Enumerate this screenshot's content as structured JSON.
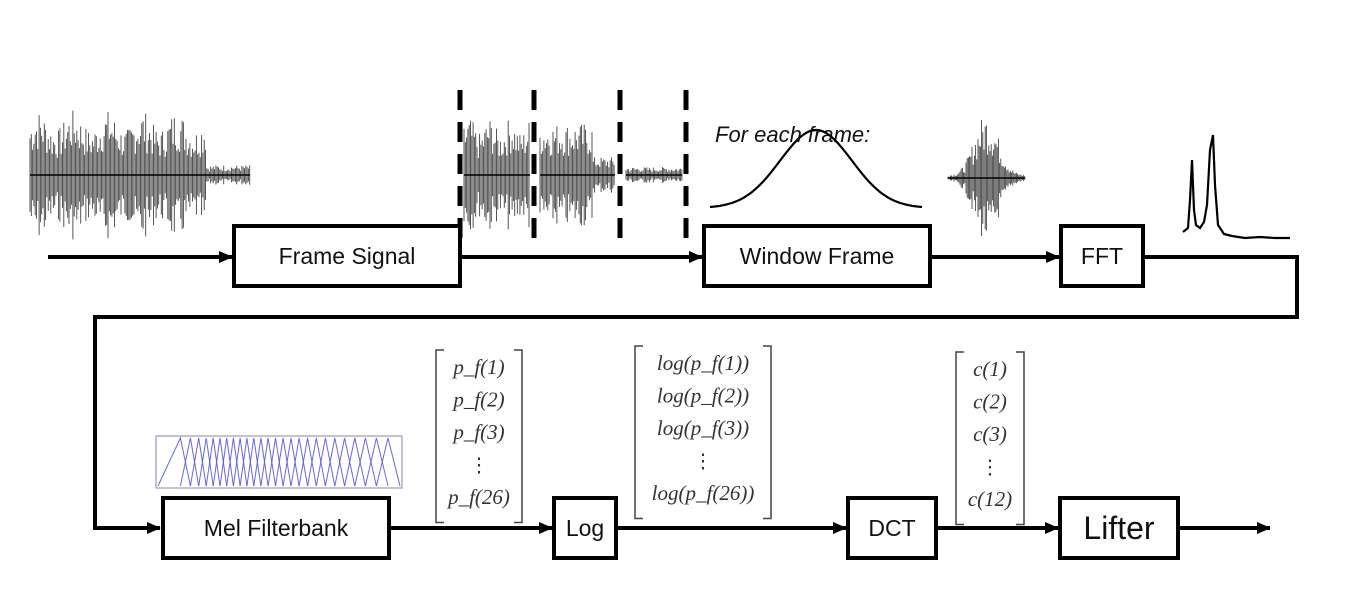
{
  "blocks": {
    "frame_signal": "Frame Signal",
    "window_frame": "Window Frame",
    "fft": "FFT",
    "mel_filterbank": "Mel Filterbank",
    "log": "Log",
    "dct": "DCT",
    "lifter": "Lifter"
  },
  "caption": "For each frame:",
  "vectors": {
    "power": {
      "rows": [
        "p_f(1)",
        "p_f(2)",
        "p_f(3)",
        "⋮",
        "p_f(26)"
      ]
    },
    "log_power": {
      "rows": [
        "log(p_f(1))",
        "log(p_f(2))",
        "log(p_f(3))",
        "⋮",
        "log(p_f(26))"
      ]
    },
    "cepstral": {
      "rows": [
        "c(1)",
        "c(2)",
        "c(3)",
        "⋮",
        "c(12)"
      ]
    }
  },
  "colors": {
    "filterbank": "#5a5ad6",
    "line": "#000000"
  }
}
